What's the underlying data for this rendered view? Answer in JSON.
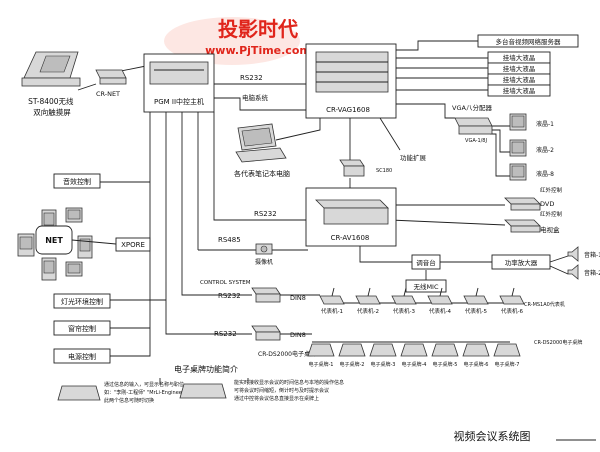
{
  "watermark": {
    "brand": "投影时代",
    "url": "www.PjTime.com",
    "color": "#e0251b"
  },
  "nodes": {
    "touch_screen": "ST-8400无线\n双向触摸屏",
    "cr_net": "CR-NET",
    "pgm": "PGM II中控主机",
    "cr_vag": "CR-VAG1608",
    "cr_av": "CR-AV1608",
    "laptop": "各代表笔记本电脑",
    "sc": "SC180",
    "vga_split": "VGA八分配器",
    "vga_split_sub": "VGA-1/8J",
    "audio_ctrl": "音效控制",
    "net": "NET",
    "xpore": "XPORE",
    "light_ctrl": "灯光环境控制",
    "curtain_ctrl": "窗帘控制",
    "power_ctrl": "电源控制",
    "camera": "摄像机",
    "mixer": "调音台",
    "amplifier": "功率放大器",
    "wireless_mic": "无线MIC",
    "control_system": "CONTROL SYSTEM",
    "ds2000": "CR-DS2000电子桌牌",
    "dvd": "DVD",
    "tvbox": "电视盒"
  },
  "right_boxes": [
    "多台音视频网络服务器",
    "挂墙大液晶",
    "挂墙大液晶",
    "挂墙大液晶",
    "挂墙大液晶"
  ],
  "links": {
    "rs232_1": "RS232",
    "computer_system": "电脑系统",
    "function_expand": "功能扩展",
    "rs232_2": "RS232",
    "rs485": "RS485",
    "rs232_3": "RS232",
    "din8_1": "DIN8",
    "rs232_4": "RS232",
    "din8_2": "DIN8"
  },
  "lcd_labels": [
    "液晶-1",
    "液晶-2",
    "液晶-8"
  ],
  "ir_labels": [
    "红外控制",
    "红外控制"
  ],
  "speakers": [
    "音箱-1",
    "音箱-2"
  ],
  "delegate_units": [
    "代表机-1",
    "代表机-2",
    "代表机-3",
    "代表机-4",
    "代表机-5",
    "代表机-6"
  ],
  "delegate_series": "CR-MS1A0代表机",
  "nameplates": [
    "电子桌牌-1",
    "电子桌牌-2",
    "电子桌牌-3",
    "电子桌牌-4",
    "电子桌牌-5",
    "电子桌牌-6",
    "电子桌牌-7"
  ],
  "nameplate_series": "CR-DS2000电子桌牌",
  "intro": {
    "title": "电子桌牌功能简介",
    "left_text": "通过信息的输入，可显示名称与职位，\n如：\"李刚-工程师\" \"MrLi-Engineer\"\n此两个信息可随时切换",
    "right_lines": [
      "能实时接收显示会议的时间信息与本地的操作信息",
      "可将会议时间缩短，倒计时与及时提示会议",
      "通过中控将会议信息直接显示在桌牌上"
    ]
  },
  "footer_title": "视频会议系统图"
}
